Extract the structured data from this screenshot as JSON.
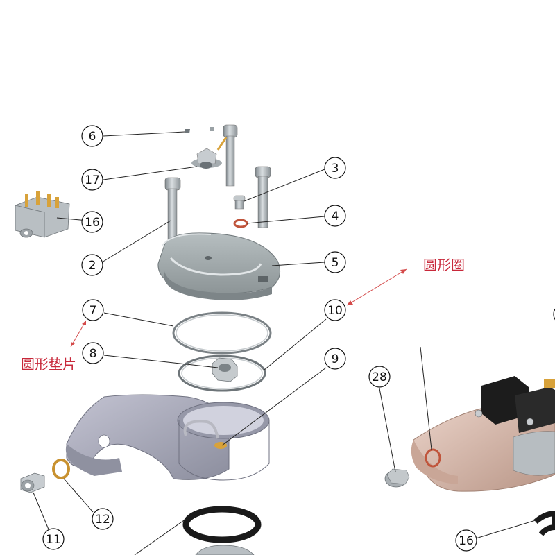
{
  "callouts": [
    {
      "id": "c6",
      "label": "6"
    },
    {
      "id": "c17",
      "label": "17"
    },
    {
      "id": "c16a",
      "label": "16"
    },
    {
      "id": "c3",
      "label": "3"
    },
    {
      "id": "c4",
      "label": "4"
    },
    {
      "id": "c2",
      "label": "2"
    },
    {
      "id": "c5",
      "label": "5"
    },
    {
      "id": "c7",
      "label": "7"
    },
    {
      "id": "c10",
      "label": "10"
    },
    {
      "id": "c8",
      "label": "8"
    },
    {
      "id": "c9",
      "label": "9"
    },
    {
      "id": "c28",
      "label": "28"
    },
    {
      "id": "c11",
      "label": "11"
    },
    {
      "id": "c12",
      "label": "12"
    },
    {
      "id": "c16b",
      "label": "16"
    }
  ],
  "annotations": {
    "o_ring": "圆形圈",
    "round_gasket": "圆形垫片"
  },
  "colors": {
    "annotation_red": "#c8283a",
    "part_metal": "#a9b0b4",
    "part_bracket": "#a7a9b8",
    "part_copper": "#d9b9ab",
    "part_black": "#1a1a1a",
    "brass_washer": "#c8912f"
  }
}
